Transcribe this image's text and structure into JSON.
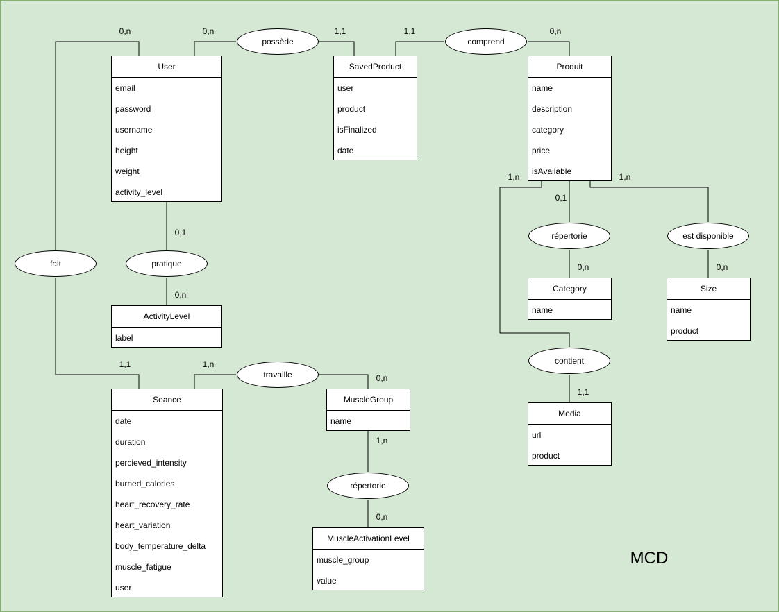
{
  "colors": {
    "background": "#d5e8d4",
    "border": "#82b366",
    "shape_fill": "#ffffff",
    "stroke": "#000000"
  },
  "diagram": {
    "label": "MCD",
    "entities": {
      "user": {
        "title": "User",
        "fields": [
          "email",
          "password",
          "username",
          "height",
          "weight",
          "activity_level"
        ]
      },
      "saved_product": {
        "title": "SavedProduct",
        "fields": [
          "user",
          "product",
          "isFinalized",
          "date"
        ]
      },
      "produit": {
        "title": "Produit",
        "fields": [
          "name",
          "description",
          "category",
          "price",
          "isAvailable"
        ]
      },
      "activity_level": {
        "title": "ActivityLevel",
        "fields": [
          "label"
        ]
      },
      "category": {
        "title": "Category",
        "fields": [
          "name"
        ]
      },
      "size": {
        "title": "Size",
        "fields": [
          "name",
          "product"
        ]
      },
      "seance": {
        "title": "Seance",
        "fields": [
          "date",
          "duration",
          "percieved_intensity",
          "burned_calories",
          "heart_recovery_rate",
          "heart_variation",
          "body_temperature_delta",
          "muscle_fatigue",
          "user"
        ]
      },
      "muscle_group": {
        "title": "MuscleGroup",
        "fields": [
          "name"
        ]
      },
      "media": {
        "title": "Media",
        "fields": [
          "url",
          "product"
        ]
      },
      "muscle_activation_level": {
        "title": "MuscleActivationLevel",
        "fields": [
          "muscle_group",
          "value"
        ]
      }
    },
    "relations": {
      "possede": "possède",
      "comprend": "comprend",
      "fait": "fait",
      "pratique": "pratique",
      "repertorie_category": "répertorie",
      "est_disponible": "est disponible",
      "travaille": "travaille",
      "contient": "contient",
      "repertorie_muscle": "répertorie"
    },
    "cardinalities": {
      "user_fait": "0,n",
      "user_possede": "0,n",
      "saved_possede": "1,1",
      "saved_comprend": "1,1",
      "produit_comprend": "0,n",
      "produit_contient": "1,n",
      "produit_repertorie": "0,1",
      "produit_est_disponible": "1,n",
      "user_pratique": "0,1",
      "activity_pratique": "0,n",
      "category_repertorie": "0,n",
      "size_est_disponible": "0,n",
      "seance_fait": "1,1",
      "seance_travaille": "1,n",
      "muscle_group_travaille": "0,n",
      "muscle_group_repertorie": "1,n",
      "media_contient": "1,1",
      "mal_repertorie": "0,n"
    }
  }
}
